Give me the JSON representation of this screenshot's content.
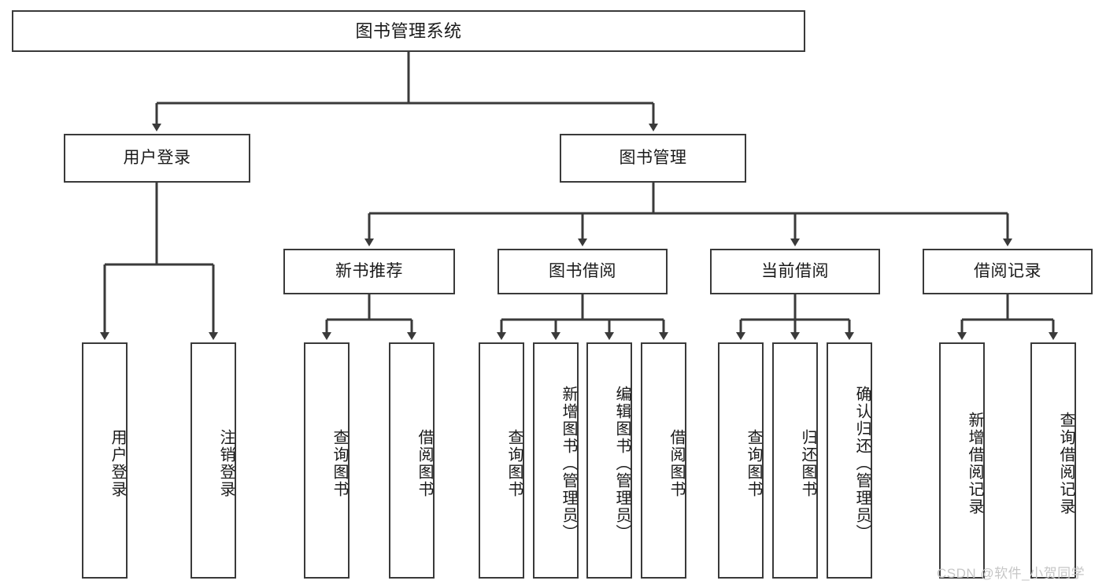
{
  "diagram": {
    "type": "tree-hierarchy",
    "title": "图书管理系统",
    "root": {
      "label": "图书管理系统"
    },
    "level2": [
      {
        "id": "user-login",
        "label": "用户登录"
      },
      {
        "id": "book-manage",
        "label": "图书管理"
      }
    ],
    "level3": [
      {
        "id": "new-book-recommend",
        "label": "新书推荐",
        "parent": "book-manage"
      },
      {
        "id": "book-borrow",
        "label": "图书借阅",
        "parent": "book-manage"
      },
      {
        "id": "current-borrow",
        "label": "当前借阅",
        "parent": "book-manage"
      },
      {
        "id": "borrow-record",
        "label": "借阅记录",
        "parent": "book-manage"
      }
    ],
    "leaves": {
      "user_login": [
        {
          "id": "leaf-user-login",
          "label": "用户登录"
        },
        {
          "id": "leaf-logout",
          "label": "注销登录"
        }
      ],
      "new_book_recommend": [
        {
          "id": "leaf-query-book-1",
          "label": "查询图书"
        },
        {
          "id": "leaf-borrow-book-1",
          "label": "借阅图书"
        }
      ],
      "book_borrow": [
        {
          "id": "leaf-query-book-2",
          "label": "查询图书"
        },
        {
          "id": "leaf-add-book",
          "label": "新增图书（管理员）"
        },
        {
          "id": "leaf-edit-book",
          "label": "编辑图书（管理员）"
        },
        {
          "id": "leaf-borrow-book-2",
          "label": "借阅图书"
        }
      ],
      "current_borrow": [
        {
          "id": "leaf-query-book-3",
          "label": "查询图书"
        },
        {
          "id": "leaf-return-book",
          "label": "归还图书"
        },
        {
          "id": "leaf-confirm-return",
          "label": "确认归还（管理员）"
        }
      ],
      "borrow_record": [
        {
          "id": "leaf-add-record",
          "label": "新增借阅记录"
        },
        {
          "id": "leaf-query-record",
          "label": "查询借阅记录"
        }
      ]
    }
  },
  "watermark": {
    "text": "CSDN @软件_小贺同学"
  },
  "colors": {
    "stroke": "#3a3a3a",
    "background": "#ffffff",
    "text": "#1a1a1a",
    "watermark": "#c6c6c6"
  }
}
